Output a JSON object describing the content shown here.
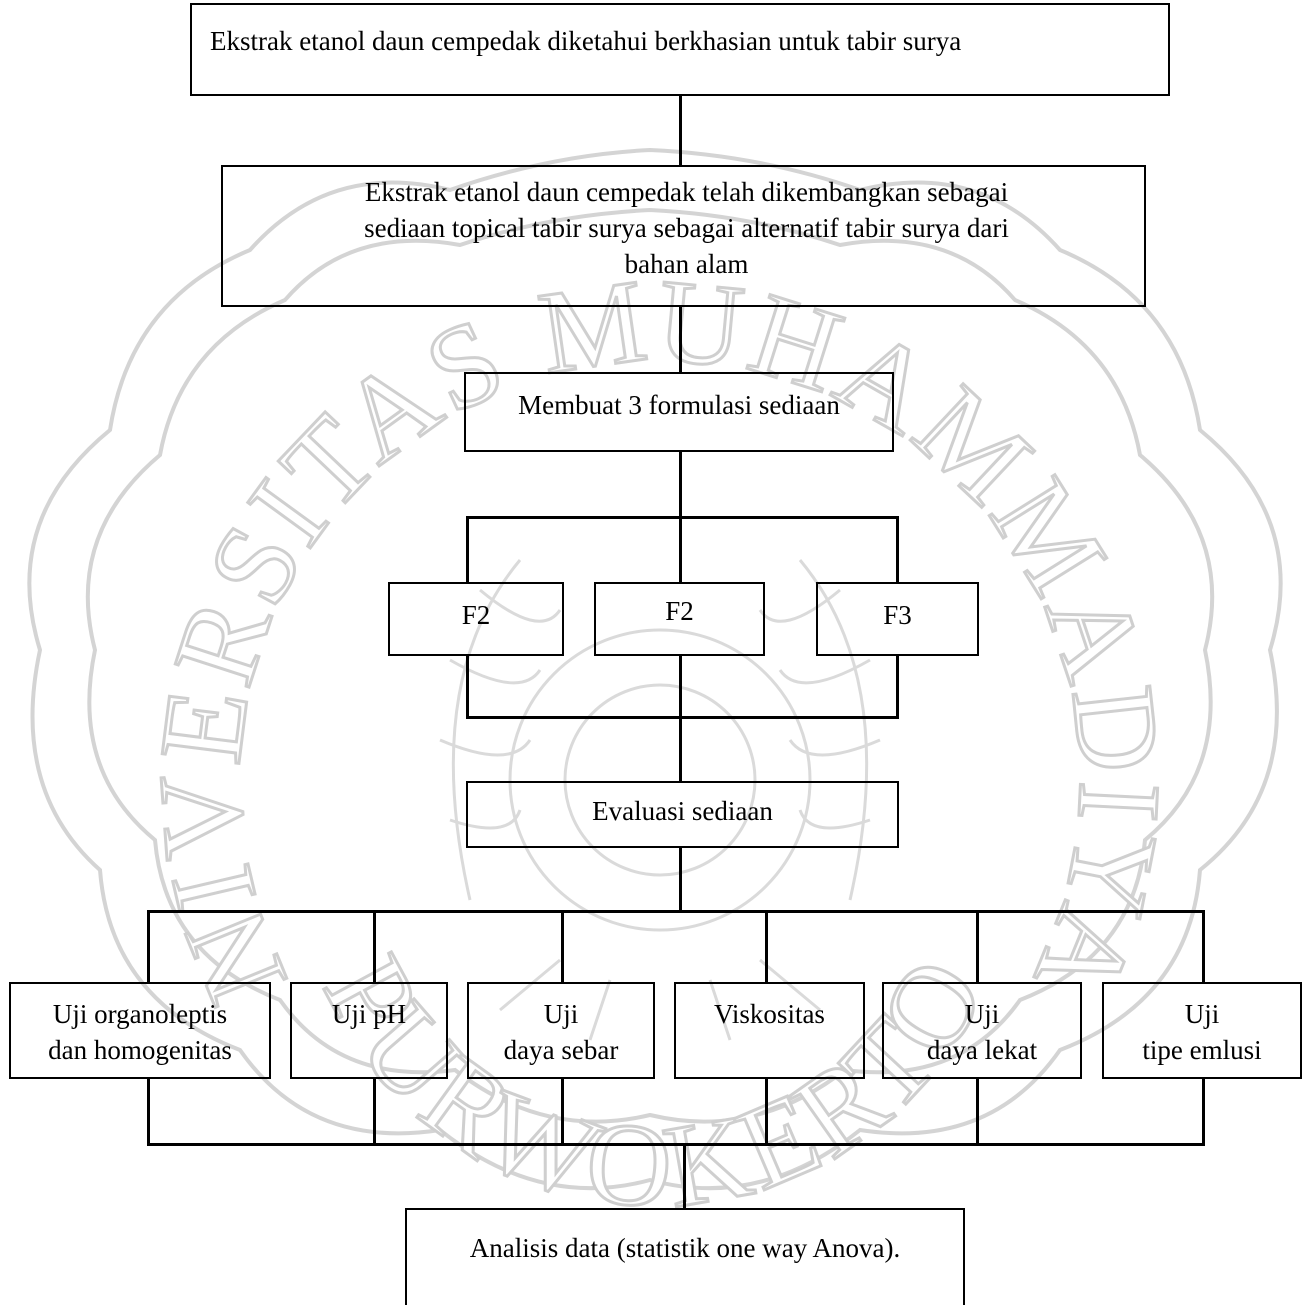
{
  "watermark": {
    "top_text": "UNIVERSITAS MUHAMMADIYAH",
    "bottom_text": "PURWOKERTO"
  },
  "flowchart": {
    "step1": "Ekstrak etanol daun cempedak diketahui berkhasian untuk tabir surya",
    "step2": {
      "line1": "Ekstrak etanol daun cempedak telah dikembangkan sebagai",
      "line2": "sediaan topical tabir surya sebagai alternatif tabir surya dari",
      "line3": "bahan alam"
    },
    "step3": "Membuat 3 formulasi sediaan",
    "formulas": [
      "F2",
      "F2",
      "F3"
    ],
    "step4": "Evaluasi sediaan",
    "tests": [
      {
        "line1": "Uji organoleptis",
        "line2": "dan homogenitas"
      },
      {
        "line1": "Uji pH",
        "line2": ""
      },
      {
        "line1": "Uji",
        "line2": "daya sebar"
      },
      {
        "line1": "Viskositas",
        "line2": ""
      },
      {
        "line1": "Uji",
        "line2": "daya lekat"
      },
      {
        "line1": "Uji",
        "line2": "tipe emlusi"
      }
    ],
    "step5": "Analisis data (statistik one way Anova)."
  },
  "colors": {
    "line": "#000000",
    "watermark": "#cfcfcf",
    "background": "#ffffff"
  }
}
